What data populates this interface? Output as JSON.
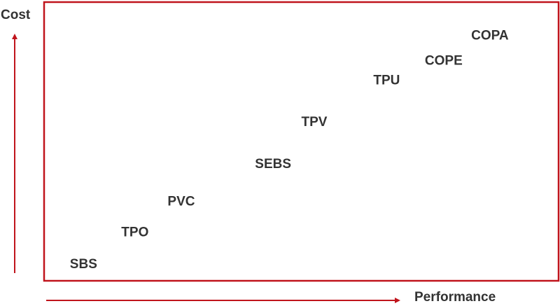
{
  "chart_data": {
    "type": "scatter",
    "title": "",
    "xlabel": "Performance",
    "ylabel": "Cost",
    "xlim": [
      0,
      10
    ],
    "ylim": [
      0,
      10
    ],
    "grid": false,
    "legend": "none",
    "colors": {
      "frame": "#c0141c",
      "arrow": "#c0141c",
      "text": "#333333"
    },
    "points": [
      {
        "label": "SBS",
        "x": 0.5,
        "y": 0.45
      },
      {
        "label": "TPO",
        "x": 1.5,
        "y": 1.6
      },
      {
        "label": "PVC",
        "x": 2.4,
        "y": 2.7
      },
      {
        "label": "SEBS",
        "x": 4.1,
        "y": 4.05
      },
      {
        "label": "TPV",
        "x": 5.0,
        "y": 5.55
      },
      {
        "label": "TPU",
        "x": 6.4,
        "y": 7.05
      },
      {
        "label": "COPE",
        "x": 7.4,
        "y": 7.75
      },
      {
        "label": "COPA",
        "x": 8.3,
        "y": 8.65
      }
    ]
  }
}
